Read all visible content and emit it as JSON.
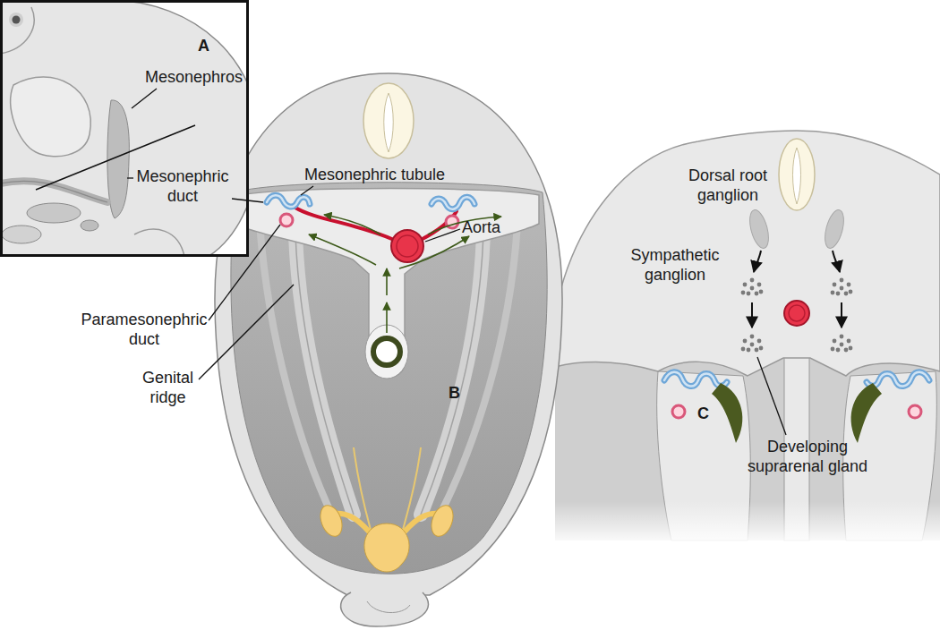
{
  "diagram": {
    "nodes": [
      {
        "text": [
          "A"
        ]
      }
    ],
    "labels": [
      "Mesonephros",
      "Mesonephric duct",
      "Mesonephric tubule",
      "Aorta",
      "Paramesonephric duct",
      "Genital ridge",
      "B",
      "Dorsal root ganglion",
      "Sympathetic ganglion",
      "Developing suprarenal gland",
      "C"
    ]
  }
}
